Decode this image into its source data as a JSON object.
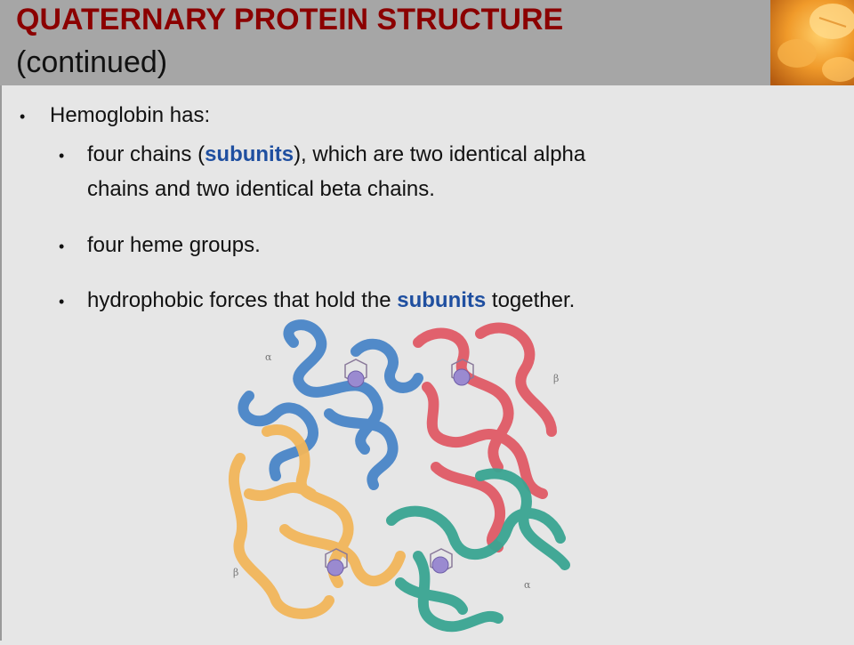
{
  "slide": {
    "title_line1": "QUATERNARY PROTEIN STRUCTURE",
    "title_line2": "(continued)",
    "bullet_main": "Hemoglobin has:",
    "sub1": {
      "pre": "four chains (",
      "highlight": "subunits",
      "post1": "), which are two identical alpha",
      "post2": "chains and two identical beta chains."
    },
    "sub2": "four heme groups.",
    "sub3": {
      "pre": "hydrophobic forces that hold the ",
      "highlight": "subunits",
      "post": " together."
    }
  },
  "figure": {
    "labels": {
      "alpha_top": "α",
      "beta_top": "β",
      "beta_bottom": "β",
      "alpha_bottom": "α"
    },
    "colors": {
      "alpha_top": "#4a86c8",
      "beta_top": "#e05a66",
      "beta_bottom": "#f2b65a",
      "alpha_bottom": "#3aa592",
      "heme_iron": "#9a8ad0"
    }
  }
}
